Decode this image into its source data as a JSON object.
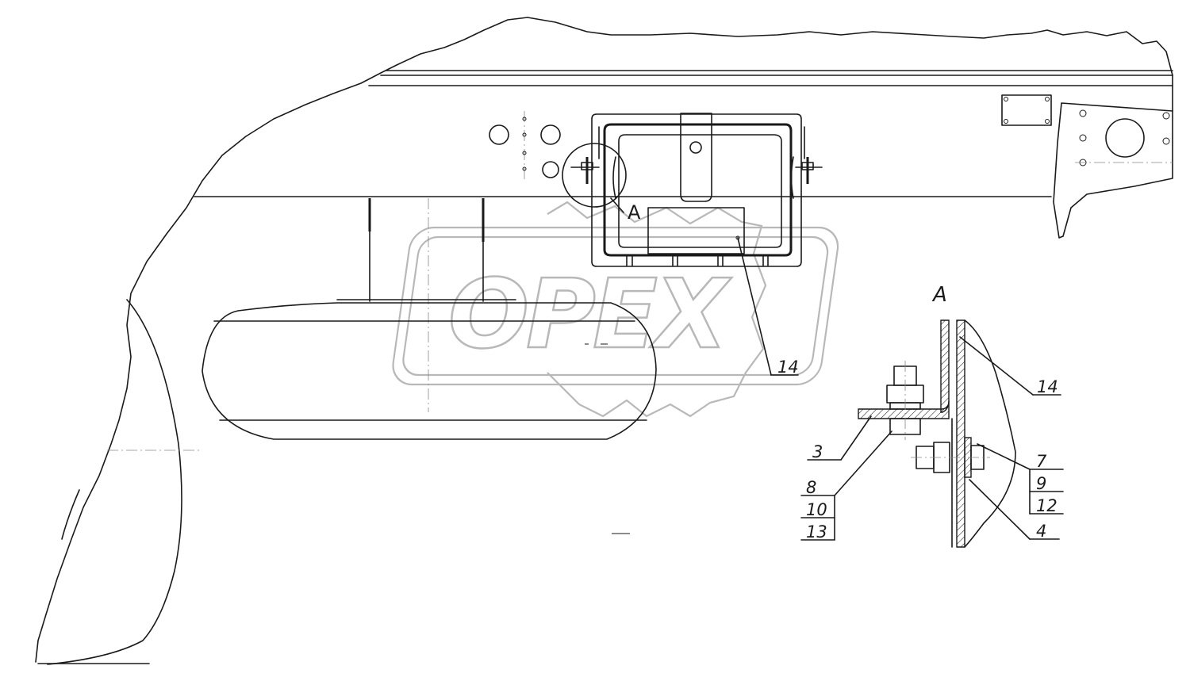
{
  "watermark": {
    "text": "OPEX"
  },
  "view_labels": {
    "detail_callout": "A",
    "detail_view_title": "A"
  },
  "leaders": {
    "main_14": "14",
    "detail_14": "14",
    "detail_3": "3",
    "detail_8": "8",
    "detail_10": "10",
    "detail_13": "13",
    "detail_7": "7",
    "detail_9": "9",
    "detail_12": "12",
    "detail_4": "4"
  }
}
